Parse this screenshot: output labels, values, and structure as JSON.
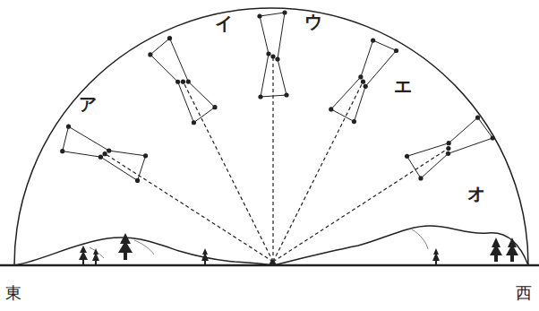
{
  "diagram": {
    "labels": [
      "ア",
      "イ",
      "ウ",
      "エ",
      "オ",
      "東",
      "西"
    ]
  }
}
